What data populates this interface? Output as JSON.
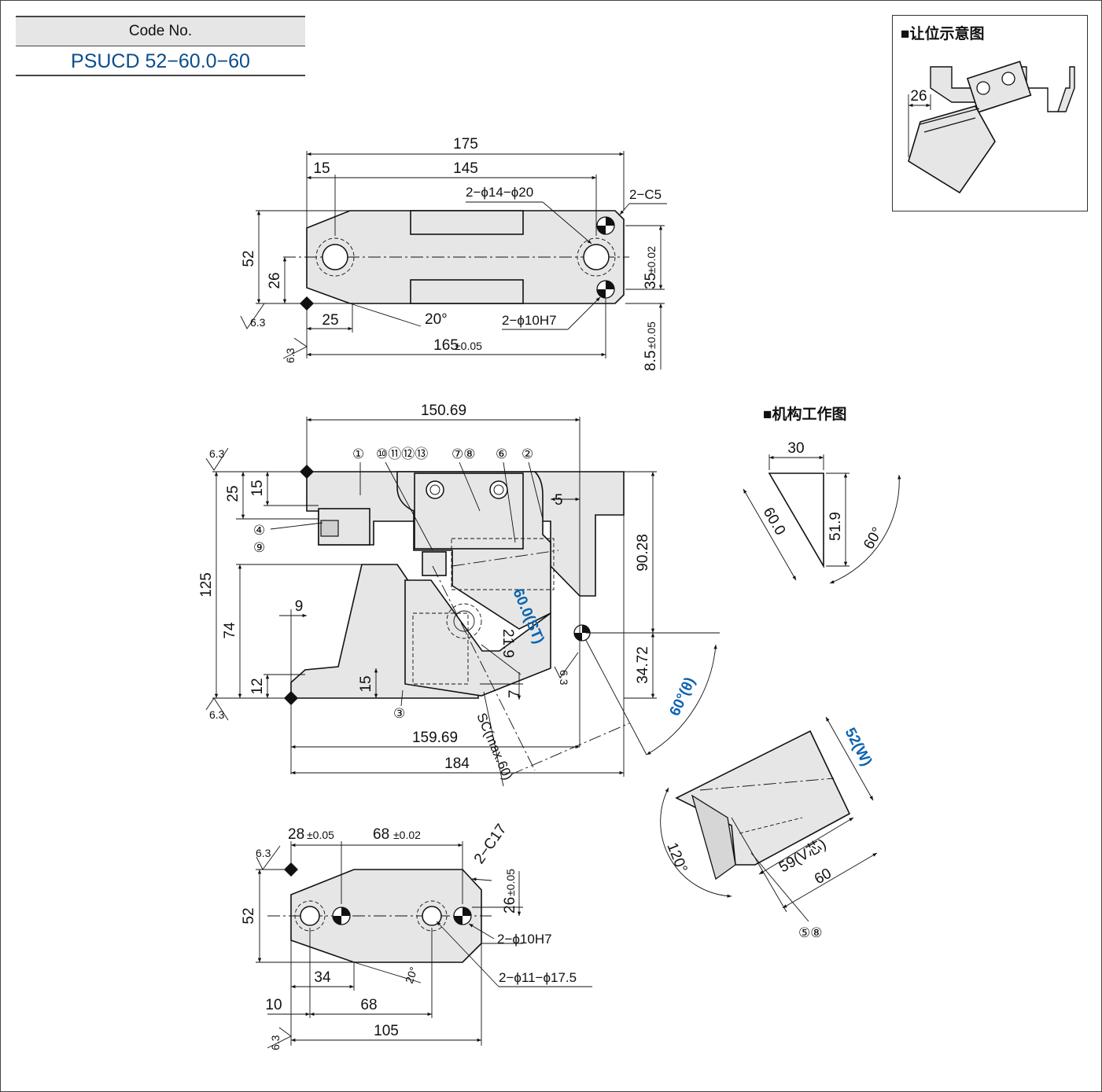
{
  "code": {
    "label": "Code No.",
    "value": "PSUCD 52−60.0−60"
  },
  "sections": {
    "clearance_title": "■让位示意图",
    "mechanism_title": "■机构工作图"
  },
  "top_view": {
    "d175": "175",
    "d15": "15",
    "d145": "145",
    "holes_a": "2−ϕ14−ϕ20",
    "chamfer": "2−C5",
    "d52": "52",
    "d26": "26",
    "d35": "35",
    "d35_tol": "±0.02",
    "d25": "25",
    "angle20": "20°",
    "pin": "2−ϕ10H7",
    "d165": "165",
    "d165_tol": "±0.05",
    "d85": "8.5",
    "d85_tol": "±0.05",
    "rough": "6.3"
  },
  "front_view": {
    "d15069": "150.69",
    "callouts": [
      "①",
      "⑩⑪⑫⑬",
      "⑦⑧",
      "⑥",
      "②",
      "④",
      "⑨",
      "③"
    ],
    "d25": "25",
    "d15": "15",
    "d5": "5",
    "d125": "125",
    "d74": "74",
    "d9": "9",
    "d12": "12",
    "d15b": "15",
    "d9028": "90.28",
    "d3472": "34.72",
    "stroke": "60.0(ST)",
    "d219": "21.9",
    "d7": "7",
    "sc": "SC(max.60)",
    "angle": "60°(θ)",
    "d15969": "159.69",
    "d184": "184",
    "rough": "6.3"
  },
  "mechanism": {
    "d30": "30",
    "d600": "60.0",
    "d519": "51.9",
    "ang": "60°"
  },
  "cam_view": {
    "w": "52(W)",
    "v": "59(V芯)",
    "d60": "60",
    "ang120": "120°",
    "callout": "⑤⑧"
  },
  "bottom_view": {
    "d28": "28",
    "d28_tol": "±0.05",
    "d68": "68",
    "d68_tol": "±0.02",
    "chamfer": "2−C17",
    "d26": "26",
    "d26_tol": "±0.05",
    "d52": "52",
    "pin": "2−ϕ10H7",
    "holes": "2−ϕ11−ϕ17.5",
    "d34": "34",
    "angle20": "20°",
    "d10": "10",
    "d68b": "68",
    "d105": "105",
    "rough": "6.3"
  },
  "clearance": {
    "d26": "26"
  }
}
